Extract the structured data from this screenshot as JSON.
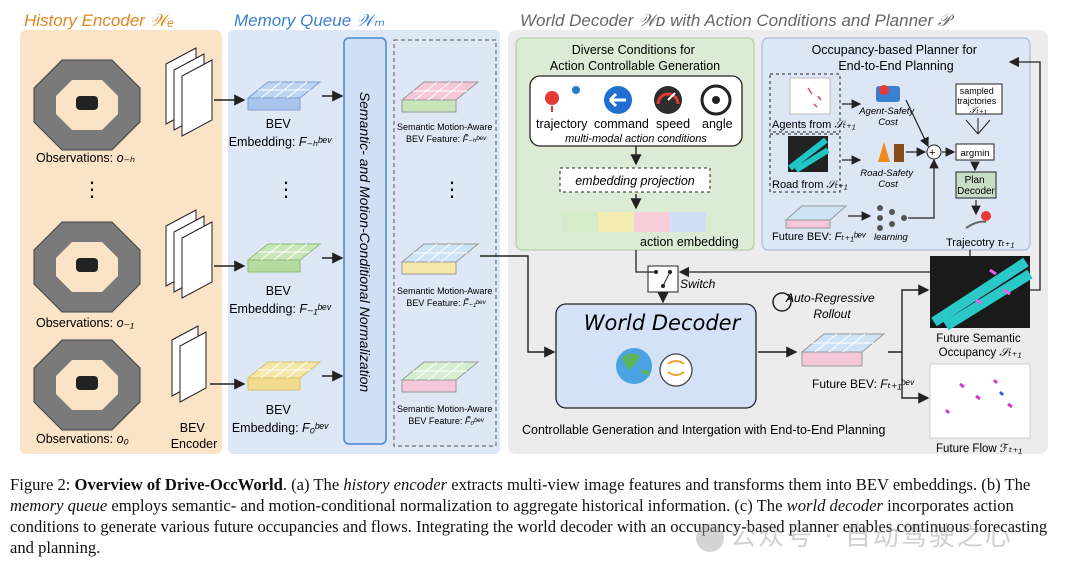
{
  "sections": {
    "history_encoder": "History Encoder",
    "history_encoder_sym": "𝒲ₑ",
    "memory_queue": "Memory Queue",
    "memory_queue_sym": "𝒲ₘ",
    "world_decoder": "World Decoder",
    "world_decoder_sym": "𝒲ᴅ",
    "world_decoder_rest": "with Action Conditions and Planner",
    "planner_sym": "𝒫"
  },
  "history": {
    "observations": [
      {
        "label": "Observations:",
        "sub": "o₋ₕ"
      },
      {
        "label": "Observations:",
        "sub": "o₋₁"
      },
      {
        "label": "Observations:",
        "sub": "o₀"
      }
    ],
    "ellipsis": "⋮",
    "encoder_label_1": "BEV",
    "encoder_label_2": "Encoder"
  },
  "memory": {
    "bev_title": "BEV",
    "embedding_label": "Embedding:",
    "embeddings": [
      "F₋ₕᵇᵉᵛ",
      "F₋₁ᵇᵉᵛ",
      "F₀ᵇᵉᵛ"
    ],
    "normalization": "Semantic- and Motion-Conditional Normalization",
    "aware_label": "Semantic Motion-Aware",
    "aware_feature": "BEV Feature:",
    "aware_syms": [
      "F̃₋ₕᵇᵉᵛ",
      "F̃₋₁ᵇᵉᵛ",
      "F̃₀ᵇᵉᵛ"
    ]
  },
  "conditions": {
    "title_1": "Diverse Conditions for",
    "title_2": "Action Controllable Generation",
    "items": [
      "trajectory",
      "command",
      "speed",
      "angle"
    ],
    "multimodal": "multi-modal action conditions",
    "projection": "embedding projection",
    "action_embedding": "action embedding"
  },
  "planner": {
    "title_1": "Occupancy-based Planner for",
    "title_2": "End-to-End Planning",
    "agents_from": "Agents from",
    "road_from": "Road from",
    "S_sym": "𝒮ₜ₊₁",
    "agent_cost_1": "Agent-Safety",
    "agent_cost_2": "Cost",
    "road_cost_1": "Road-Safety",
    "road_cost_2": "Cost",
    "sampled_1": "sampled",
    "sampled_2": "trajctories",
    "sampled_sym": "𝒯ₜ₊₁",
    "argmin": "argmin",
    "plan_decoder_1": "Plan",
    "plan_decoder_2": "Decoder",
    "future_bev": "Future BEV:",
    "future_bev_sym": "Fₜ₊₁ᵇᵉᵛ",
    "learning": "learning",
    "trajectory": "Trajecotry",
    "trajectory_sym": "τₜ₊₁"
  },
  "decoder": {
    "switch": "Switch",
    "auto_regressive_1": "Auto-Regressive",
    "auto_regressive_2": "Rollout",
    "world_decoder": "World Decoder",
    "future_bev": "Future BEV:",
    "future_bev_sym": "Fₜ₊₁ᵇᵉᵛ",
    "future_semantic_1": "Future Semantic",
    "future_semantic_2": "Occupancy",
    "future_semantic_sym": "𝒮ₜ₊₁",
    "future_flow": "Future Flow",
    "future_flow_sym": "ℱₜ₊₁",
    "bottom_label": "Controllable Generation and Intergation with End-to-End Planning"
  },
  "caption": {
    "fig": "Figure 2:",
    "title": "Overview of Drive-OccWorld",
    "a_pre": ". (a) The",
    "a_em": "history encoder",
    "a_post": "extracts multi-view image features and transforms them into BEV embeddings. (b) The",
    "b_em": "memory queue",
    "b_post": "employs semantic- and motion-conditional normalization to aggregate historical information. (c) The",
    "c_em": "world decoder",
    "c_post": "incorporates action conditions to generate various future occupancies and flows. Integrating the world decoder with an occupancy-based planner enables continuous forecasting and planning."
  },
  "watermark": "公众号 · 自动驾驶之心",
  "colors": {
    "history_bg": "#fbe3c7",
    "memory_bg": "#dde7f5",
    "decoder_bg": "#ececec",
    "conditions_bg": "#dcebd3",
    "planner_bg": "#dde6f5",
    "norm_bar": "#cfe0f6",
    "accent_blue": "#2a7ad5"
  }
}
